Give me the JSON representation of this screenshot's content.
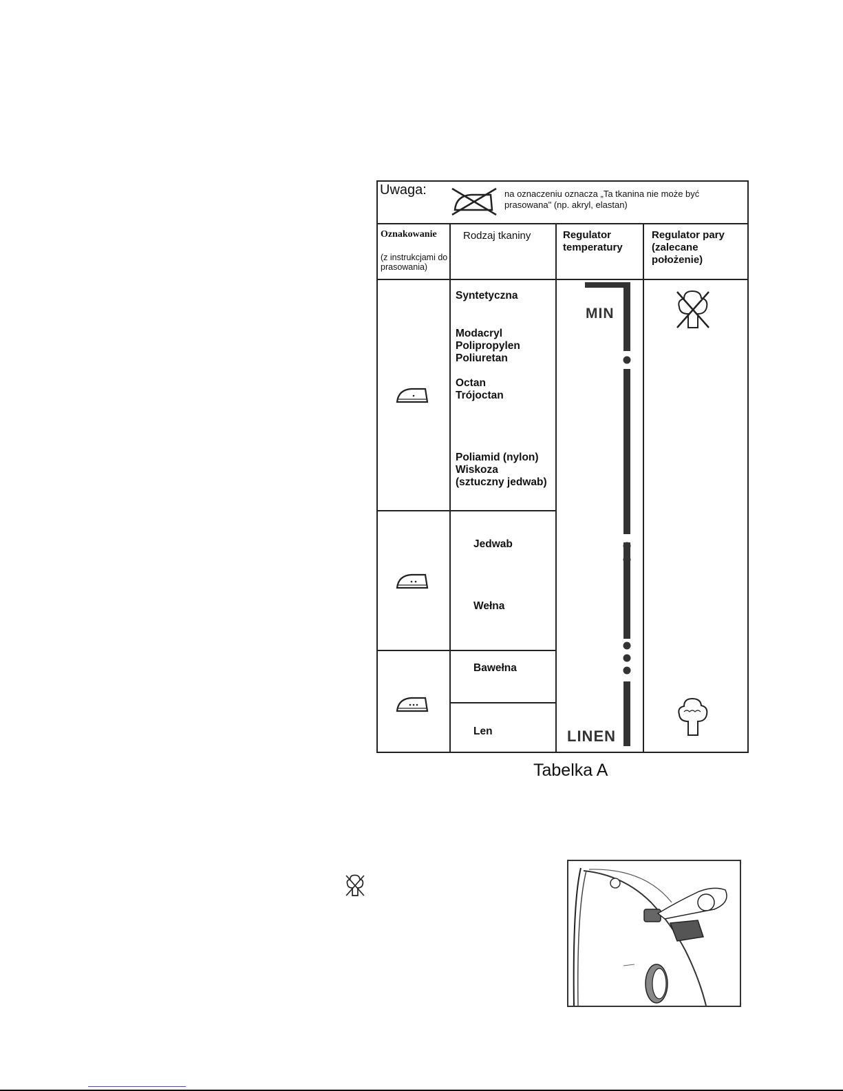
{
  "note": {
    "title": "Uwaga:",
    "text": "na oznaczeniu oznacza „Ta tkanina nie może być prasowana\" (np. akryl, elastan)"
  },
  "headers": {
    "marking": "Oznakowanie",
    "marking_sub": "(z instrukcjami do prasowania)",
    "fabric_type": "Rodzaj tkaniny",
    "temp_regulator": "Regulator temperatury",
    "steam_regulator": "Regulator pary (zalecane położenie)"
  },
  "fabrics": {
    "group1": {
      "a": "Syntetyczna",
      "b": [
        "Modacryl",
        "Polipropylen",
        "Poliuretan"
      ],
      "c": [
        "Octan",
        "Trójoctan"
      ],
      "d": [
        "Poliamid (nylon)",
        "Wiskoza",
        "(sztuczny jedwab)"
      ]
    },
    "group2": {
      "a": "Jedwab",
      "b": "Wełna"
    },
    "group3": {
      "a": "Bawełna",
      "b": "Len"
    }
  },
  "scale": {
    "min_label": "MIN",
    "max_label": "LINEN"
  },
  "caption": "Tabelka A"
}
